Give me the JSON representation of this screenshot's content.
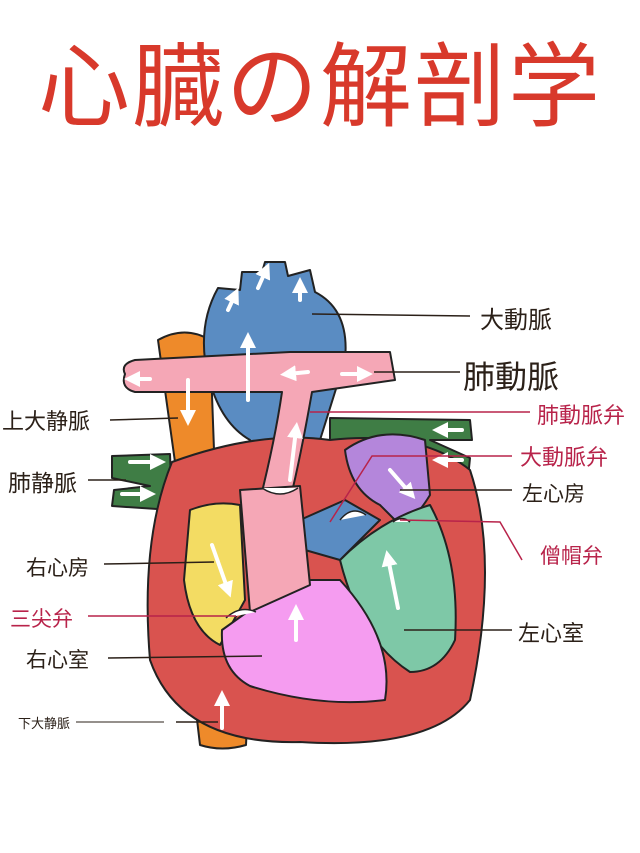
{
  "title": "心臓の解剖学",
  "colors": {
    "title": "#d8392b",
    "aorta": "#5a8cc2",
    "pulmonary_artery": "#f5a7b6",
    "vena_cava": "#ee8a2a",
    "pulmonary_vein": "#3f7d45",
    "heart_wall": "#d9534f",
    "right_atrium": "#f3dc63",
    "right_ventricle": "#f59cf0",
    "left_atrium": "#b486db",
    "left_ventricle": "#7ec8a7",
    "label_dark": "#2b2018",
    "label_valve": "#b8234a"
  },
  "labels": {
    "aorta": "大動脈",
    "pulmonary_artery": "肺動脈",
    "pulmonary_valve": "肺動脈弁",
    "aortic_valve": "大動脈弁",
    "left_atrium": "左心房",
    "mitral_valve": "僧帽弁",
    "left_ventricle": "左心室",
    "superior_vena_cava": "上大静脈",
    "pulmonary_vein": "肺静脈",
    "right_atrium": "右心房",
    "tricuspid_valve": "三尖弁",
    "right_ventricle": "右心室",
    "inferior_vena_cava": "下大静脈"
  }
}
